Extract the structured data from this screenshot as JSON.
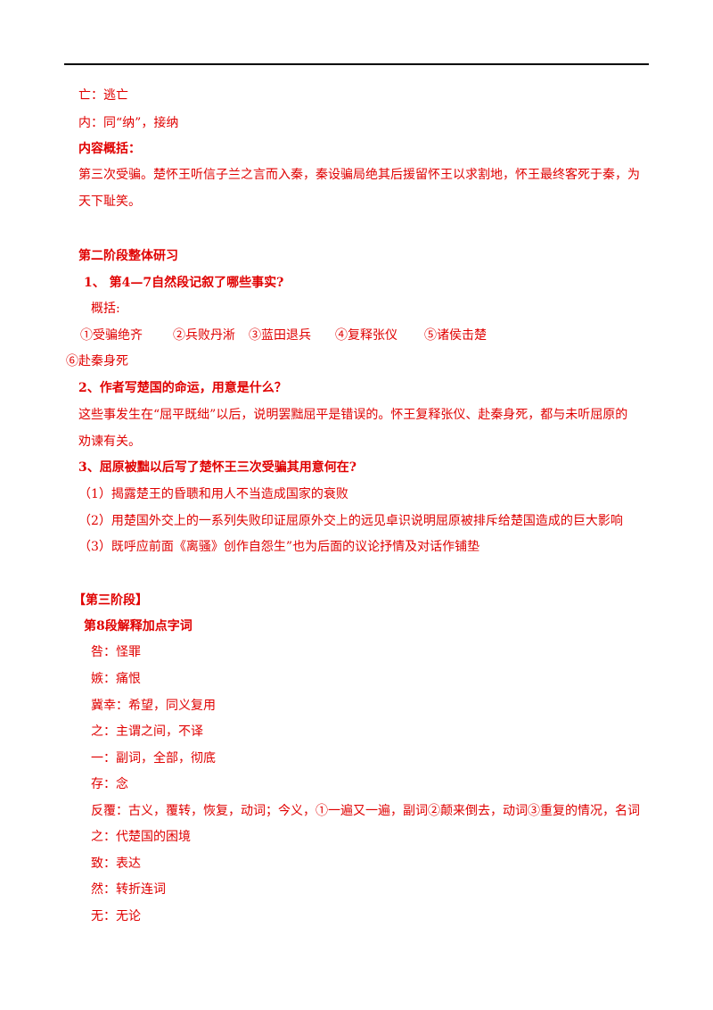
{
  "lines": [
    "亡：逃亡",
    "内：同“纳”，接纳",
    "内容概括：",
    "第三次受骗。楚怀王听信子兰之言而入秦，秦设骗局绝其后援留怀王以求割地，怀王最终客死于秦，为",
    "天下耻笑。",
    "第二阶段整体研习",
    "1、  第4—7自然段记叙了哪些事实?",
    "概括:",
    "①受骗绝齐",
    "②兵败丹淅",
    "③蓝田退兵",
    "④复释张仪",
    "⑤诸侯击楚",
    "⑥赴秦身死",
    "2、作者写楚国的命运，用意是什么？",
    "这些事发生在“屈平既绌”以后，说明罢黜屈平是错误的。怀王复释张仪、赴秦身死，都与未听屈原的",
    "劝谏有关。",
    "3、屈原被黜以后写了楚怀王三次受骗其用意何在?",
    "（1）揭露楚王的昏聩和用人不当造成国家的衰败",
    "（2）用楚国外交上的一系列失败印证屈原外交上的远见卓识说明屈原被排斥给楚国造成的巨大影响",
    "（3）既呼应前面《离骚》创作自怨生”也为后面的议论抒情及对话作铺垫",
    "【第三阶段】",
    "第8段解释加点字词",
    "咎：怪罪",
    "嫉：痛恨",
    "冀幸：希望，同义复用",
    "之：主谓之间，不译",
    "一：副词，全部，彻底",
    "存：念",
    "反覆：古义，覆转，恢复，动词；今义，①一遍又一遍，副词②颠来倒去，动词③重复的情况，名词",
    "之：代楚国的困境",
    "致：表达",
    "然：转折连词",
    "无：无论"
  ]
}
